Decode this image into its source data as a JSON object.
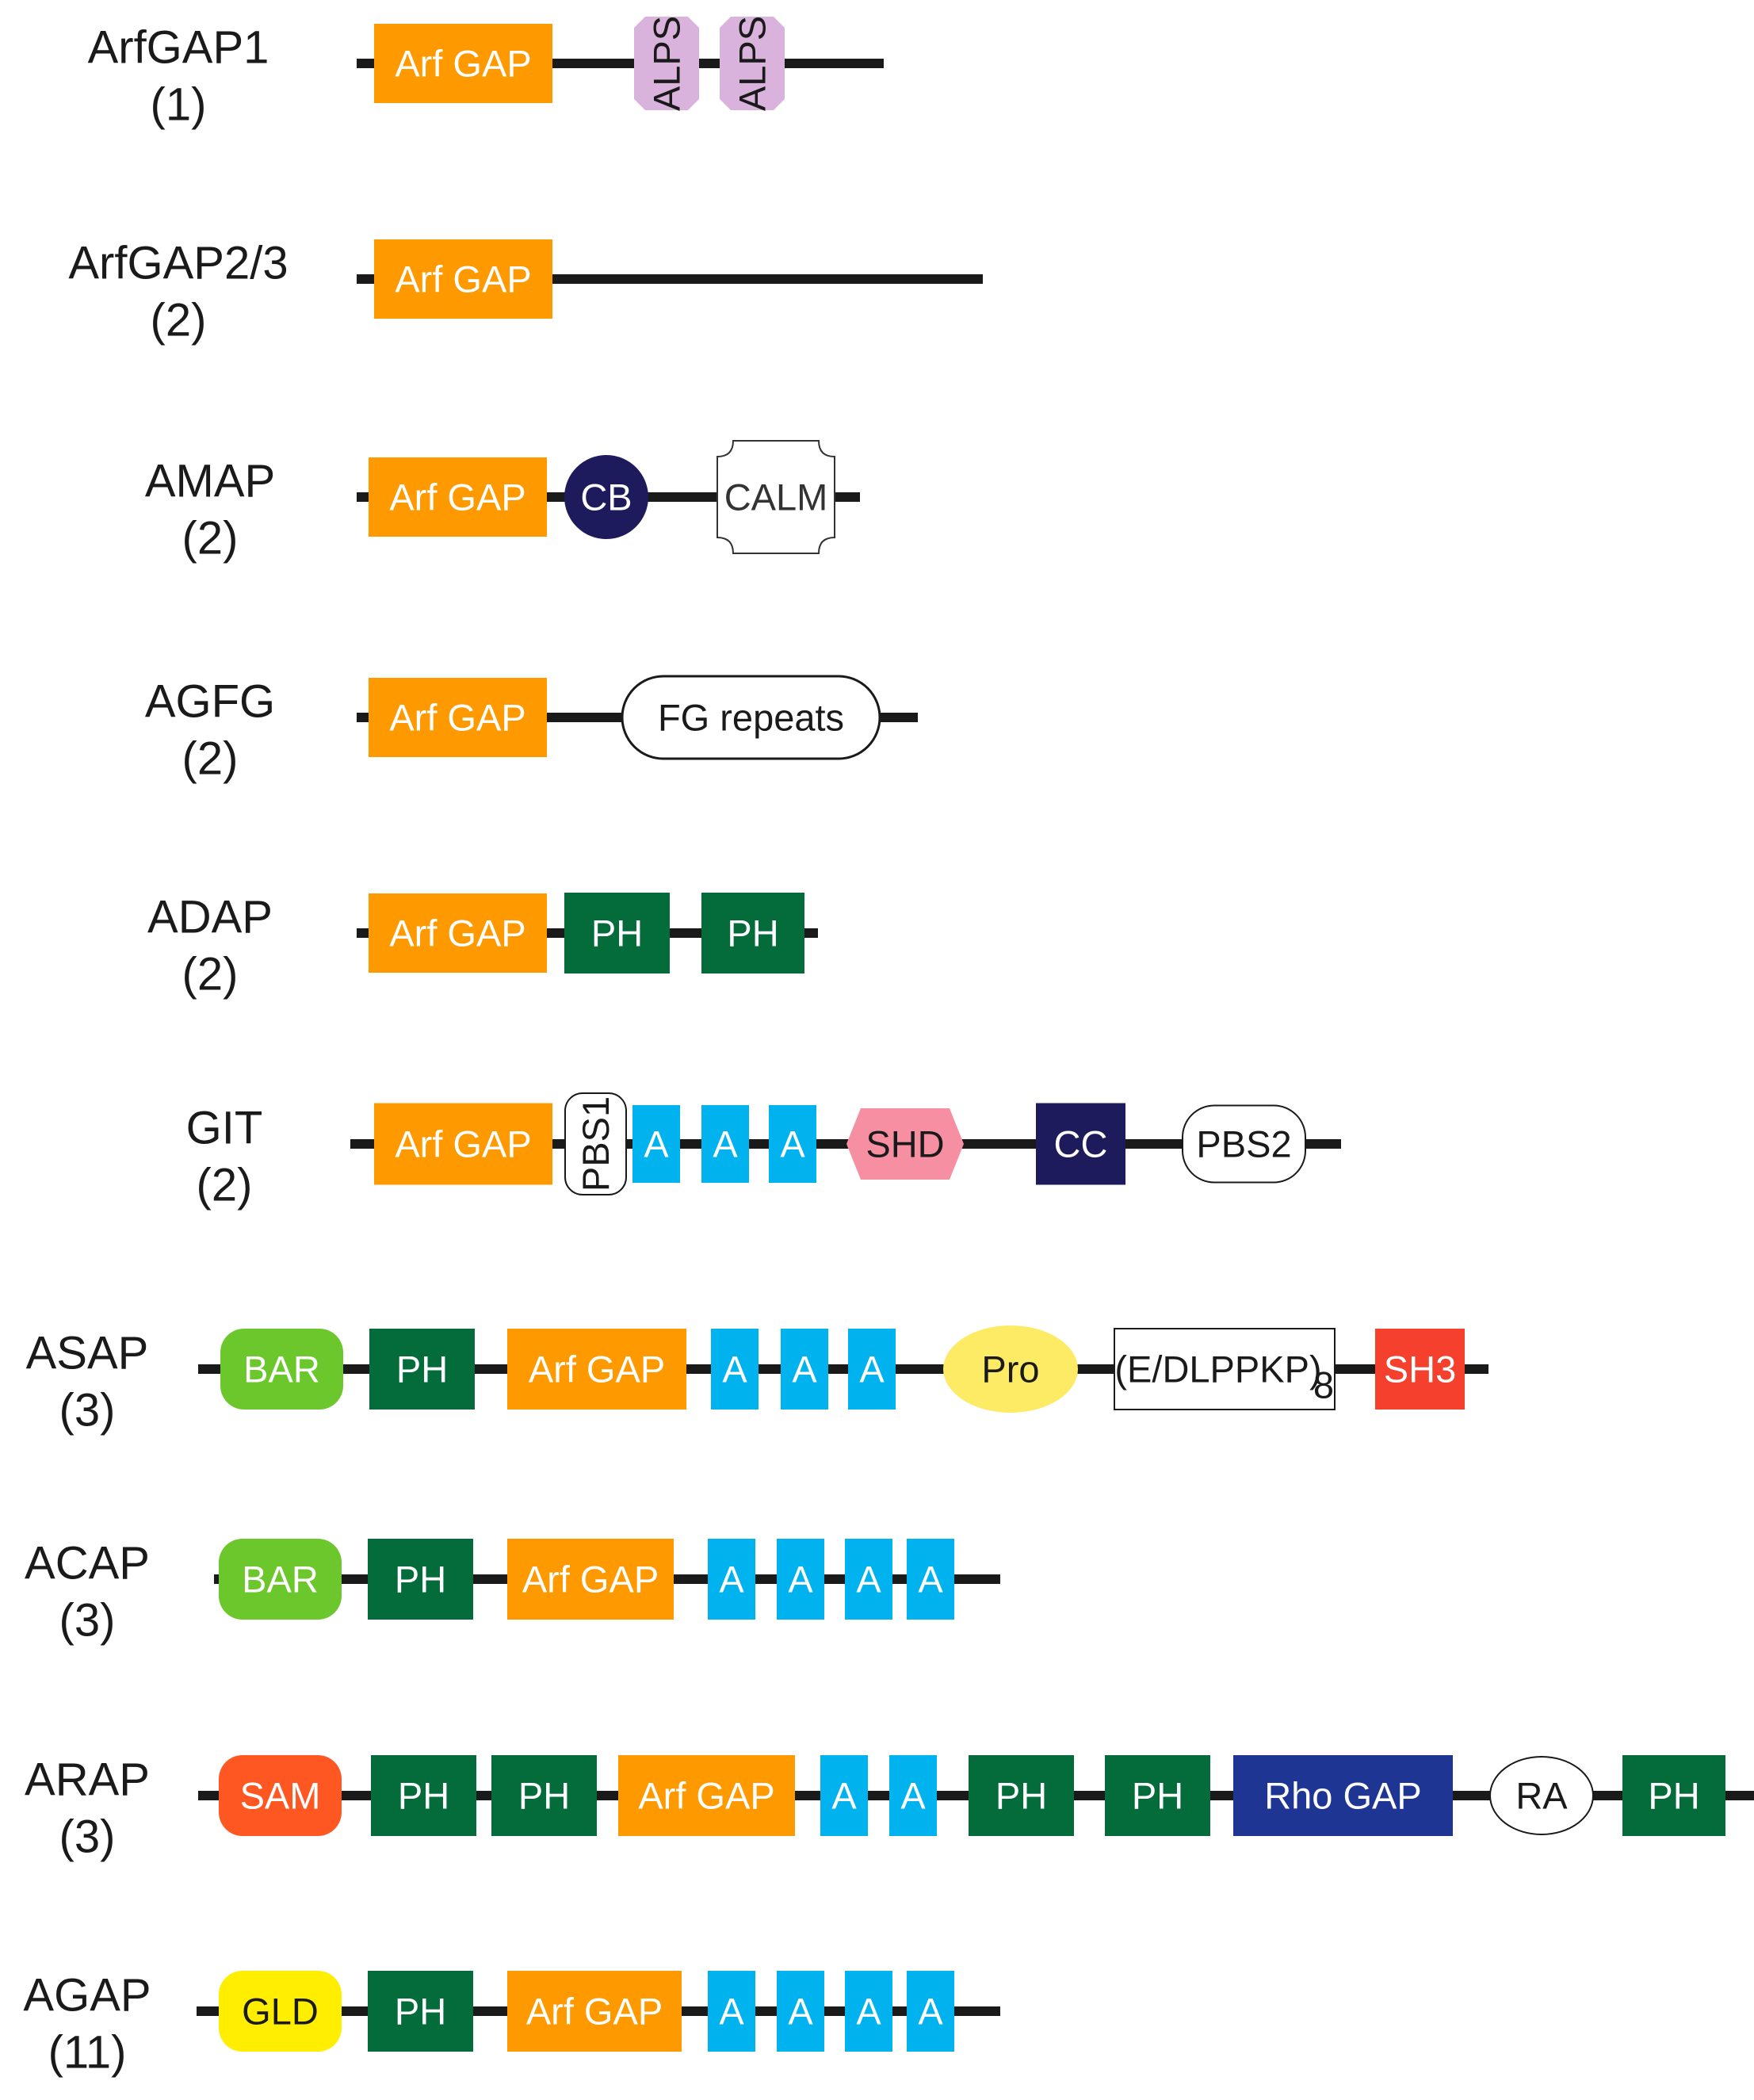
{
  "colors": {
    "backbone": "#1a1a1a",
    "arfgap": "#ff9900",
    "alps": "#d9b3dc",
    "cb": "#1e1b5c",
    "ph": "#046b3b",
    "ankyrin": "#00b2ee",
    "shd": "#f78fa3",
    "cc": "#1e1b5c",
    "bar": "#6cc72d",
    "pro": "#fdeb66",
    "sh3": "#f4402d",
    "sam": "#ff5722",
    "rhogap": "#1f3594",
    "gld": "#ffee00",
    "outline": "#ffffff"
  },
  "families": [
    {
      "name": "ArfGAP1",
      "count": "(1)",
      "domains": [
        {
          "label": "Arf GAP",
          "kind": "arfgap"
        },
        {
          "label": "ALPS",
          "kind": "alps"
        },
        {
          "label": "ALPS",
          "kind": "alps"
        }
      ]
    },
    {
      "name": "ArfGAP2/3",
      "count": "(2)",
      "domains": [
        {
          "label": "Arf GAP",
          "kind": "arfgap"
        }
      ]
    },
    {
      "name": "AMAP",
      "count": "(2)",
      "domains": [
        {
          "label": "Arf GAP",
          "kind": "arfgap"
        },
        {
          "label": "CB",
          "kind": "cb"
        },
        {
          "label": "CALM",
          "kind": "calm"
        }
      ]
    },
    {
      "name": "AGFG",
      "count": "(2)",
      "domains": [
        {
          "label": "Arf GAP",
          "kind": "arfgap"
        },
        {
          "label": "FG repeats",
          "kind": "fg"
        }
      ]
    },
    {
      "name": "ADAP",
      "count": "(2)",
      "domains": [
        {
          "label": "Arf GAP",
          "kind": "arfgap"
        },
        {
          "label": "PH",
          "kind": "ph"
        },
        {
          "label": "PH",
          "kind": "ph"
        }
      ]
    },
    {
      "name": "GIT",
      "count": "(2)",
      "domains": [
        {
          "label": "Arf GAP",
          "kind": "arfgap"
        },
        {
          "label": "PBS1",
          "kind": "pbs1"
        },
        {
          "label": "A",
          "kind": "ank"
        },
        {
          "label": "A",
          "kind": "ank"
        },
        {
          "label": "A",
          "kind": "ank"
        },
        {
          "label": "SHD",
          "kind": "shd"
        },
        {
          "label": "CC",
          "kind": "cc"
        },
        {
          "label": "PBS2",
          "kind": "pbs2"
        }
      ]
    },
    {
      "name": "ASAP",
      "count": "(3)",
      "domains": [
        {
          "label": "BAR",
          "kind": "bar"
        },
        {
          "label": "PH",
          "kind": "ph"
        },
        {
          "label": "Arf GAP",
          "kind": "arfgap"
        },
        {
          "label": "A",
          "kind": "ank"
        },
        {
          "label": "A",
          "kind": "ank"
        },
        {
          "label": "A",
          "kind": "ank"
        },
        {
          "label": "Pro",
          "kind": "pro"
        },
        {
          "label": "(E/DLPPKP)",
          "sub": "8",
          "kind": "edlppkp"
        },
        {
          "label": "SH3",
          "kind": "sh3"
        }
      ]
    },
    {
      "name": "ACAP",
      "count": "(3)",
      "domains": [
        {
          "label": "BAR",
          "kind": "bar"
        },
        {
          "label": "PH",
          "kind": "ph"
        },
        {
          "label": "Arf GAP",
          "kind": "arfgap"
        },
        {
          "label": "A",
          "kind": "ank"
        },
        {
          "label": "A",
          "kind": "ank"
        },
        {
          "label": "A",
          "kind": "ank"
        },
        {
          "label": "A",
          "kind": "ank"
        }
      ]
    },
    {
      "name": "ARAP",
      "count": "(3)",
      "domains": [
        {
          "label": "SAM",
          "kind": "sam"
        },
        {
          "label": "PH",
          "kind": "ph"
        },
        {
          "label": "PH",
          "kind": "ph"
        },
        {
          "label": "Arf GAP",
          "kind": "arfgap"
        },
        {
          "label": "A",
          "kind": "ank"
        },
        {
          "label": "A",
          "kind": "ank"
        },
        {
          "label": "PH",
          "kind": "ph"
        },
        {
          "label": "PH",
          "kind": "ph"
        },
        {
          "label": "Rho GAP",
          "kind": "rhogap"
        },
        {
          "label": "RA",
          "kind": "ra"
        },
        {
          "label": "PH",
          "kind": "ph"
        }
      ]
    },
    {
      "name": "AGAP",
      "count": "(11)",
      "domains": [
        {
          "label": "GLD",
          "kind": "gld"
        },
        {
          "label": "PH",
          "kind": "ph"
        },
        {
          "label": "Arf GAP",
          "kind": "arfgap"
        },
        {
          "label": "A",
          "kind": "ank"
        },
        {
          "label": "A",
          "kind": "ank"
        },
        {
          "label": "A",
          "kind": "ank"
        },
        {
          "label": "A",
          "kind": "ank"
        }
      ]
    }
  ]
}
